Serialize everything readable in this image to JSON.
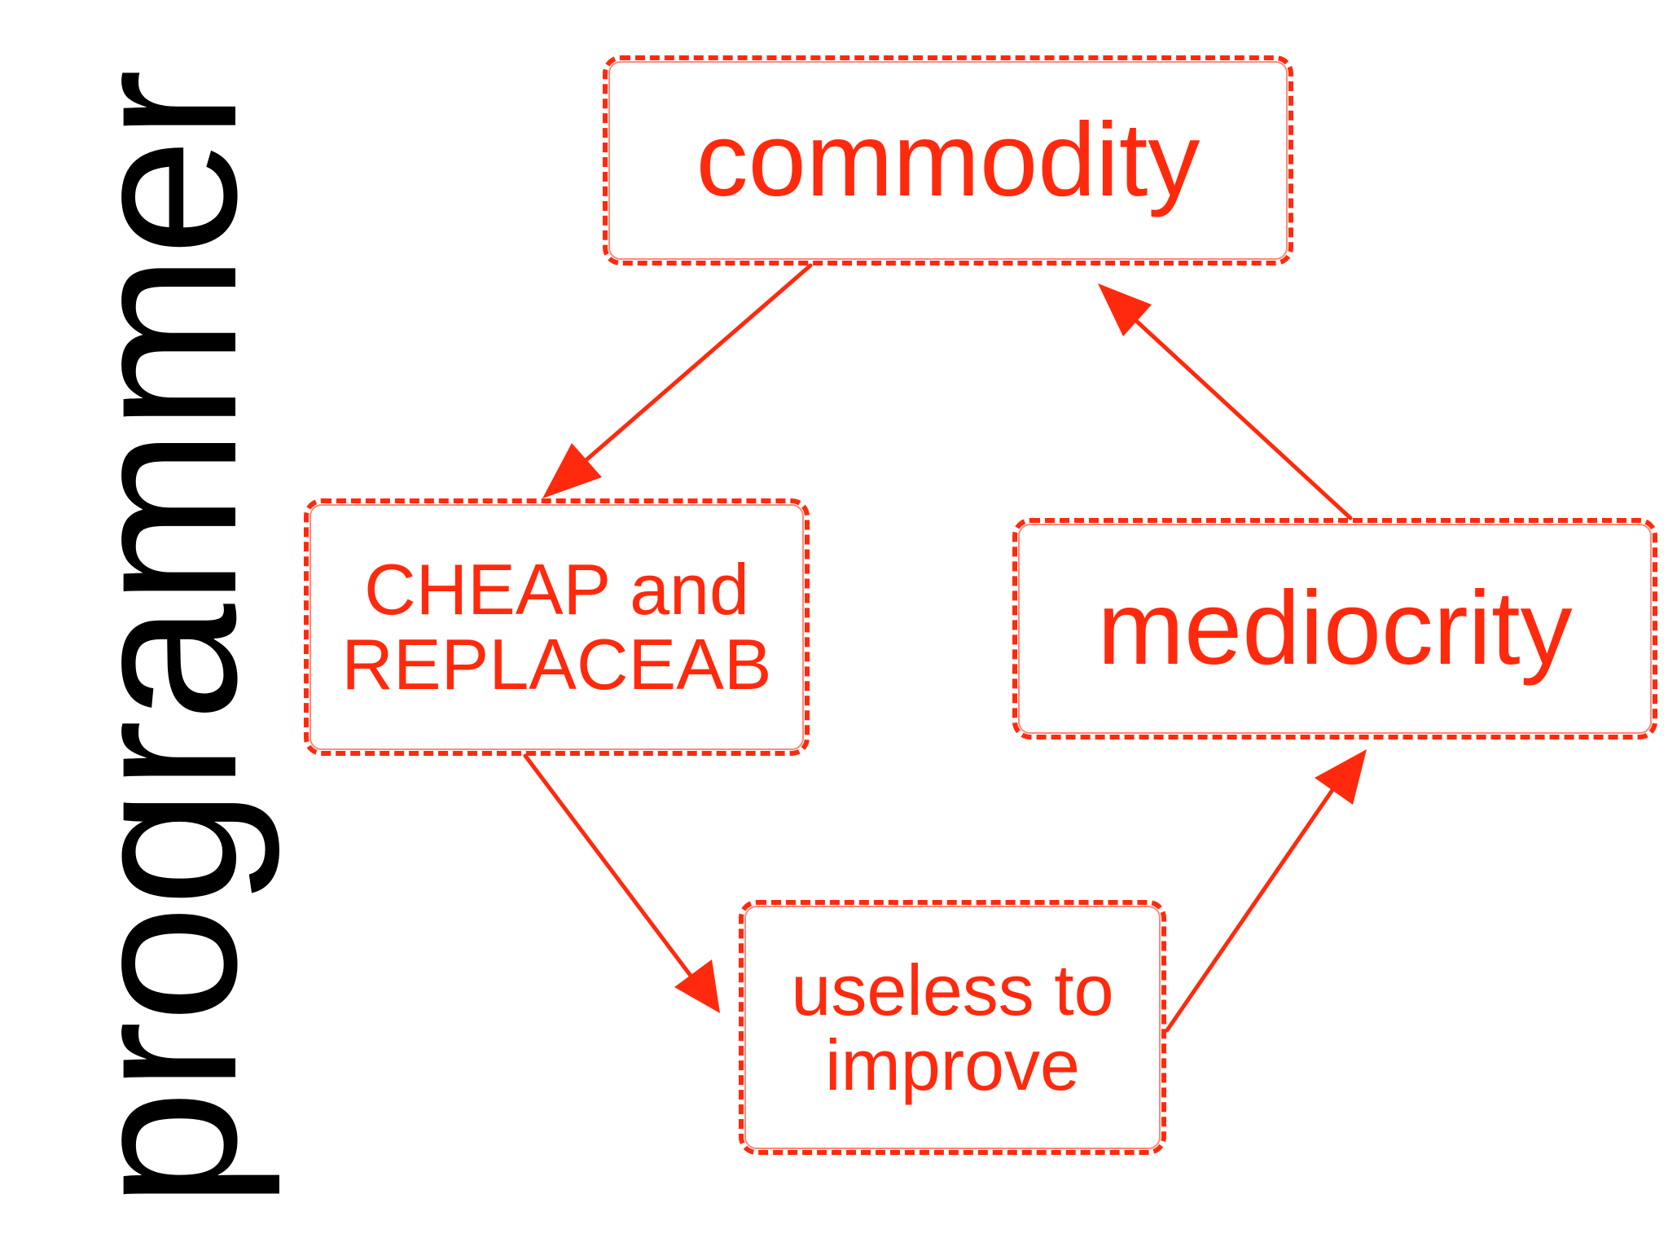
{
  "side_label": "programmer",
  "accent_color": "#ff2a0d",
  "text_color": "#000000",
  "nodes": {
    "commodity": "commodity",
    "cheap": "CHEAP and\nREPLACEAB",
    "mediocrity": "mediocrity",
    "useless": "useless to\nimprove"
  }
}
